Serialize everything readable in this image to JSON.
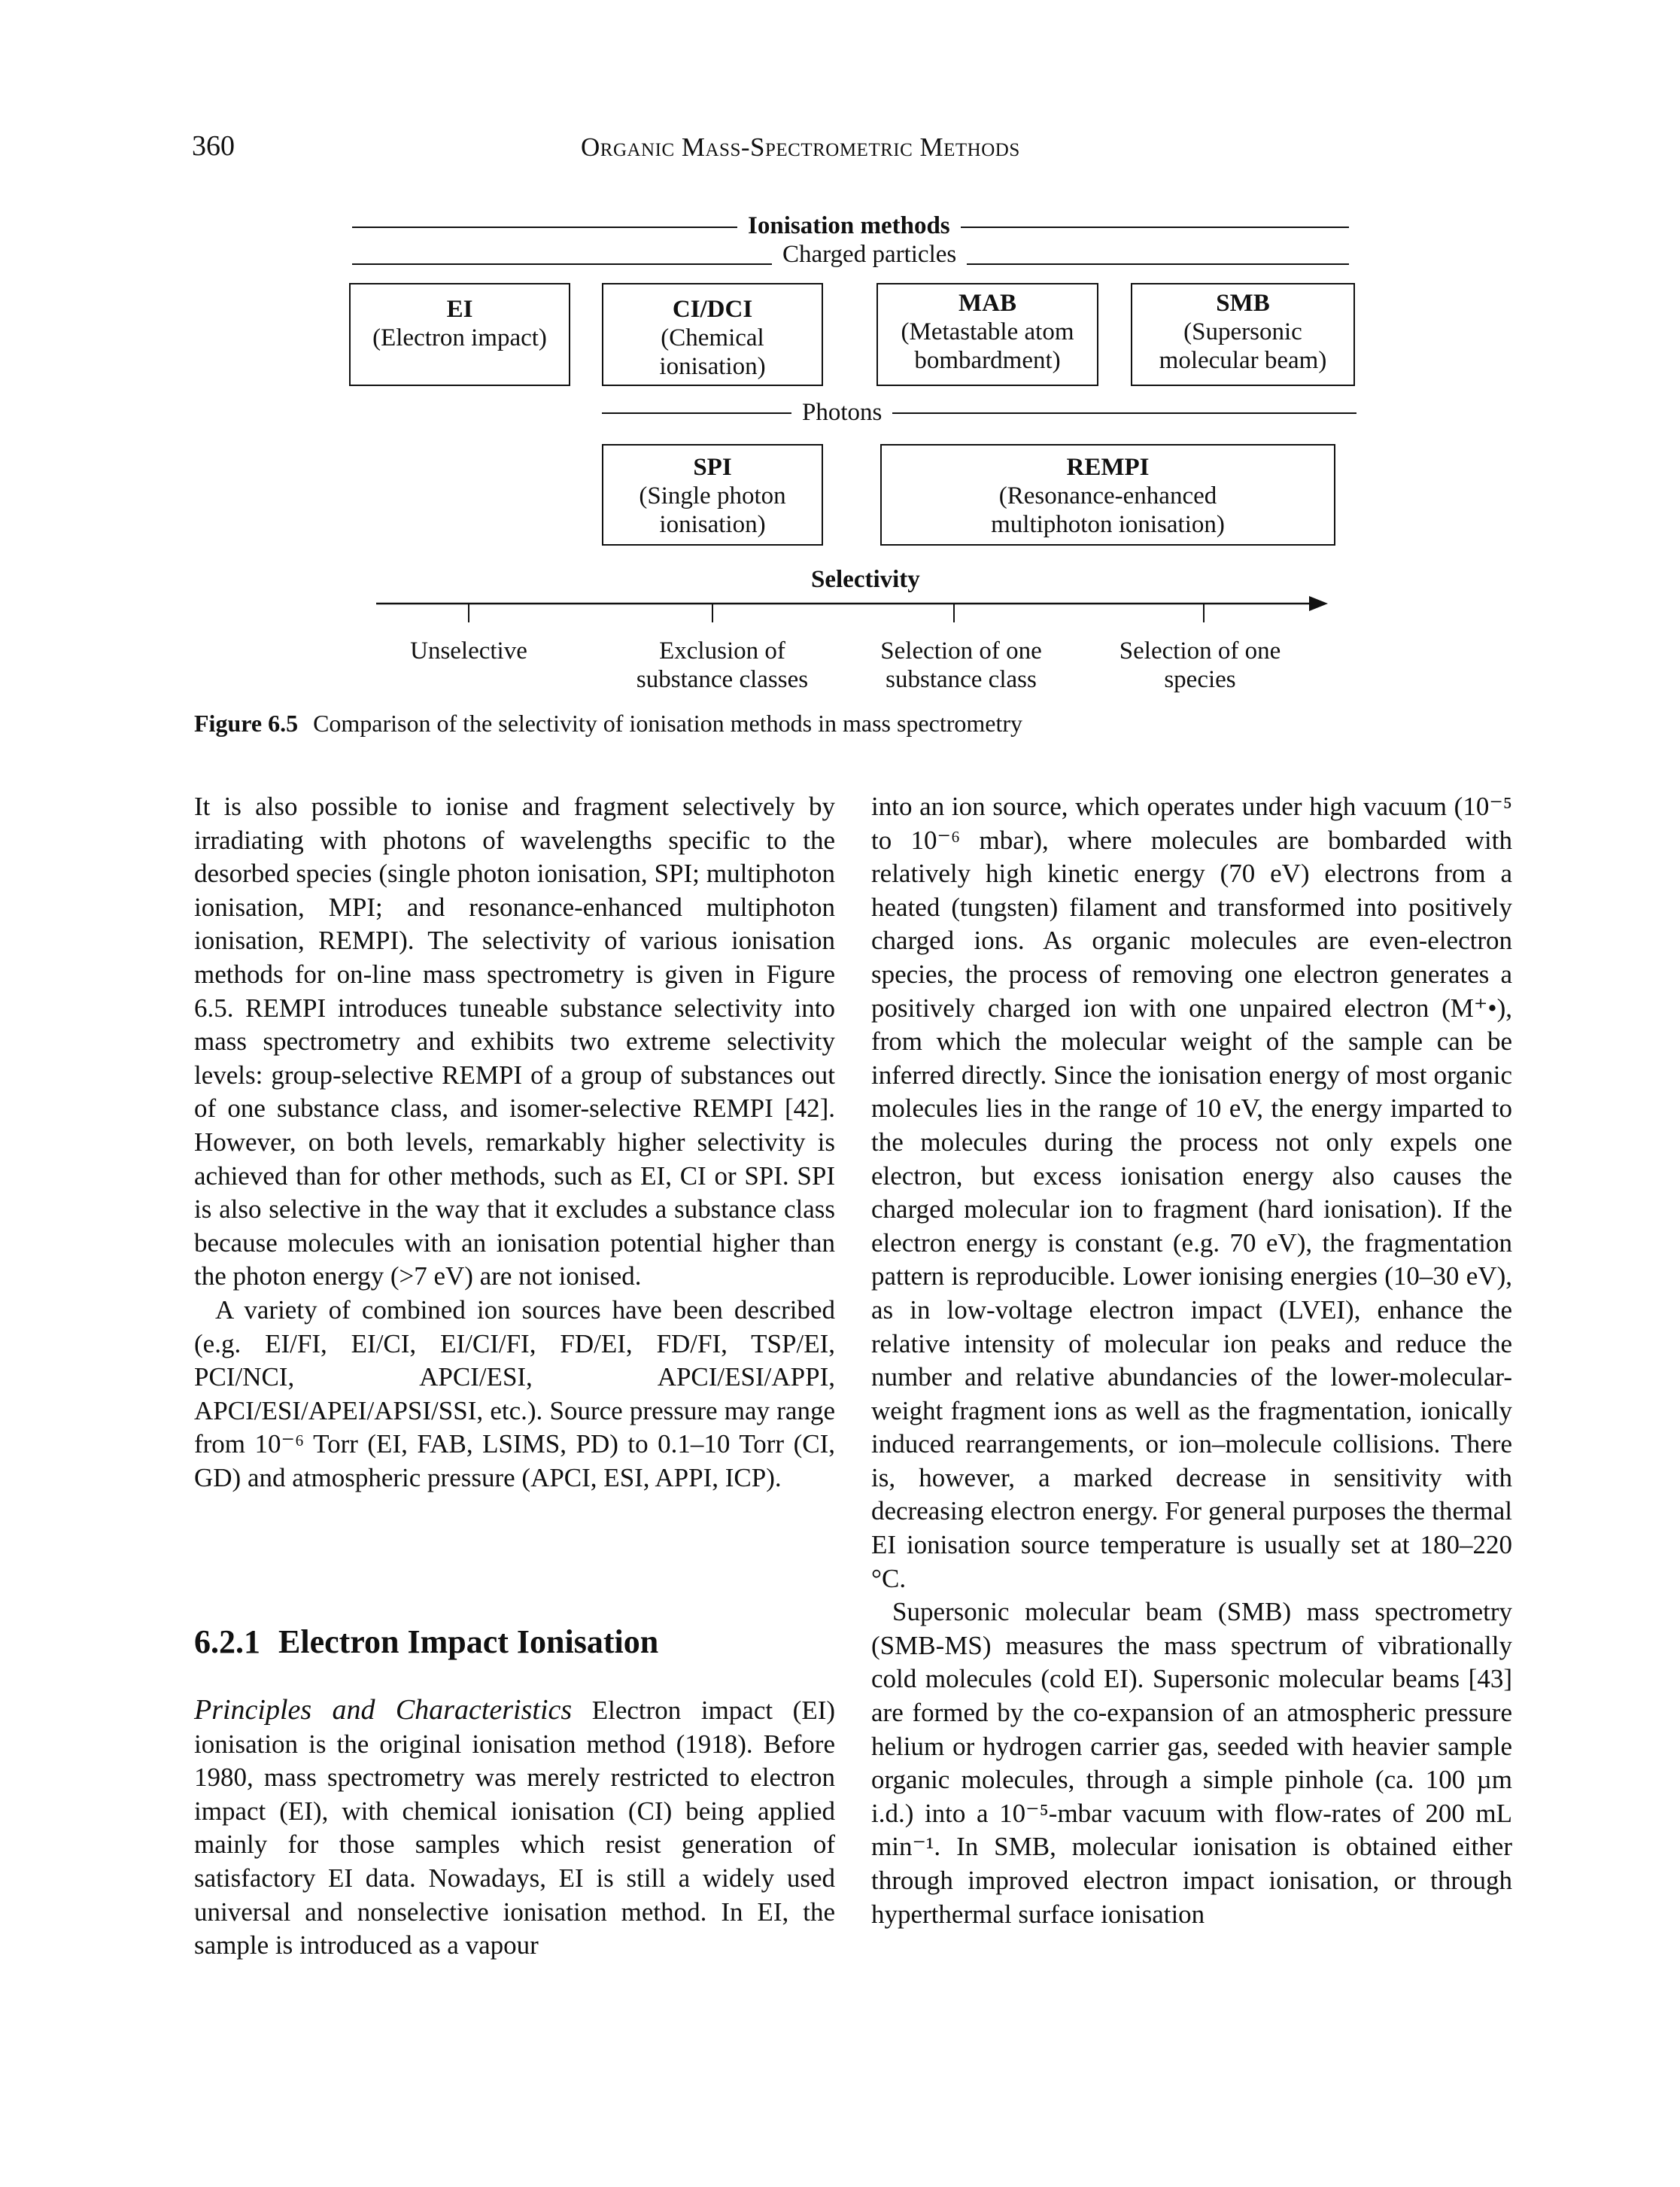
{
  "header": {
    "page_number": "360",
    "running_title": "Organic Mass-Spectrometric Methods"
  },
  "figure": {
    "top_heading": "Ionisation methods",
    "group_charged": "Charged particles",
    "group_photons": "Photons",
    "boxes_charged": [
      {
        "abbr": "EI",
        "desc": "(Electron impact)"
      },
      {
        "abbr": "CI/DCI",
        "desc": "(Chemical ionisation)"
      },
      {
        "abbr": "MAB",
        "desc": "(Metastable atom bombardment)"
      },
      {
        "abbr": "SMB",
        "desc": "(Supersonic molecular beam)"
      }
    ],
    "boxes_photons": [
      {
        "abbr": "SPI",
        "desc": "(Single photon ionisation)"
      },
      {
        "abbr": "REMPI",
        "desc": "(Resonance-enhanced multiphoton ionisation)"
      }
    ],
    "axis_title": "Selectivity",
    "axis_labels": [
      "Unselective",
      "Exclusion of substance classes",
      "Selection of one substance class",
      "Selection of one species"
    ],
    "caption_label": "Figure 6.5",
    "caption_text": "Comparison of the selectivity of ionisation methods in mass spectrometry"
  },
  "left_column": {
    "para1": "It is also possible to ionise and fragment selectively by irradiating with photons of wavelengths specific to the desorbed species (single photon ionisation, SPI; multiphoton ionisation, MPI; and resonance-enhanced multiphoton ionisation, REMPI). The selectivity of various ionisation methods for on-line mass spectrometry is given in Figure 6.5. REMPI introduces tuneable substance selectivity into mass spectrometry and exhibits two extreme selectivity levels: group-selective REMPI of a group of substances out of one substance class, and isomer-selective REMPI [42]. However, on both levels, remarkably higher selectivity is achieved than for other methods, such as EI, CI or SPI. SPI is also selective in the way that it excludes a substance class because molecules with an ionisation potential higher than the photon energy (>7 eV) are not ionised.",
    "para2": "A variety of combined ion sources have been described (e.g. EI/FI, EI/CI, EI/CI/FI, FD/EI, FD/FI, TSP/EI, PCI/NCI, APCI/ESI, APCI/ESI/APPI, APCI/ESI/APEI/APSI/SSI, etc.). Source pressure may range from 10⁻⁶ Torr (EI, FAB, LSIMS, PD) to 0.1–10 Torr (CI, GD) and atmospheric pressure (APCI, ESI, APPI, ICP).",
    "section_number": "6.2.1",
    "section_title": "Electron Impact Ionisation",
    "runin_head": "Principles and Characteristics",
    "para3": "Electron impact (EI) ionisation is the original ionisation method (1918). Before 1980, mass spectrometry was merely restricted to electron impact (EI), with chemical ionisation (CI) being applied mainly for those samples which resist generation of satisfactory EI data. Nowadays, EI is still a widely used universal and nonselective ionisation method. In EI, the sample is introduced as a vapour"
  },
  "right_column": {
    "para1": "into an ion source, which operates under high vacuum (10⁻⁵ to 10⁻⁶ mbar), where molecules are bombarded with relatively high kinetic energy (70 eV) electrons from a heated (tungsten) filament and transformed into positively charged ions. As organic molecules are even-electron species, the process of removing one electron generates a positively charged ion with one unpaired electron (M⁺•), from which the molecular weight of the sample can be inferred directly. Since the ionisation energy of most organic molecules lies in the range of 10 eV, the energy imparted to the molecules during the process not only expels one electron, but excess ionisation energy also causes the charged molecular ion to fragment (hard ionisation). If the electron energy is constant (e.g. 70 eV), the fragmentation pattern is reproducible. Lower ionising energies (10–30 eV), as in low-voltage electron impact (LVEI), enhance the relative intensity of molecular ion peaks and reduce the number and relative abundancies of the lower-molecular-weight fragment ions as well as the fragmentation, ionically induced rearrangements, or ion–molecule collisions. There is, however, a marked decrease in sensitivity with decreasing electron energy. For general purposes the thermal EI ionisation source temperature is usually set at 180–220 °C.",
    "para2": "Supersonic molecular beam (SMB) mass spectrometry (SMB-MS) measures the mass spectrum of vibrationally cold molecules (cold EI). Supersonic molecular beams [43] are formed by the co-expansion of an atmospheric pressure helium or hydrogen carrier gas, seeded with heavier sample organic molecules, through a simple pinhole (ca. 100 µm i.d.) into a 10⁻⁵-mbar vacuum with flow-rates of 200 mL min⁻¹. In SMB, molecular ionisation is obtained either through improved electron impact ionisation, or through hyperthermal surface ionisation"
  }
}
